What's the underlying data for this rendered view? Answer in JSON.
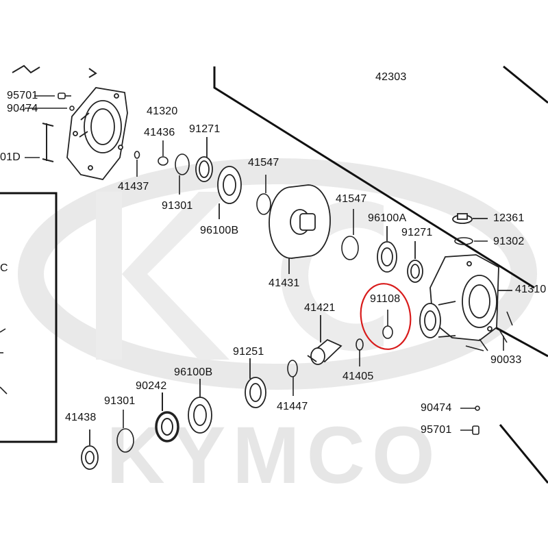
{
  "watermark": {
    "brand_text": "KYMCO"
  },
  "highlight_color": "#d81b1b",
  "parts": {
    "p95701_top": "95701",
    "p90474_top": "90474",
    "p41320": "41320",
    "p91d_left": "01D",
    "p41436": "41436",
    "p91271_top": "91271",
    "p42303": "42303",
    "p41437": "41437",
    "p91301_top": "91301",
    "p96100B_top": "96100B",
    "p41547_a": "41547",
    "p41547_b": "41547",
    "p41431": "41431",
    "p96100A": "96100A",
    "p91271_right": "91271",
    "p12361": "12361",
    "p91302": "91302",
    "p41310": "41310",
    "p91108": "91108",
    "p41421": "41421",
    "p41405": "41405",
    "p90033": "90033",
    "p91251": "91251",
    "p41447": "41447",
    "p96100B_bottom": "96100B",
    "p90242": "90242",
    "p91301_bottom": "91301",
    "p41438": "41438",
    "p90474_right": "90474",
    "p95701_right": "95701",
    "p_left_c": "C"
  }
}
